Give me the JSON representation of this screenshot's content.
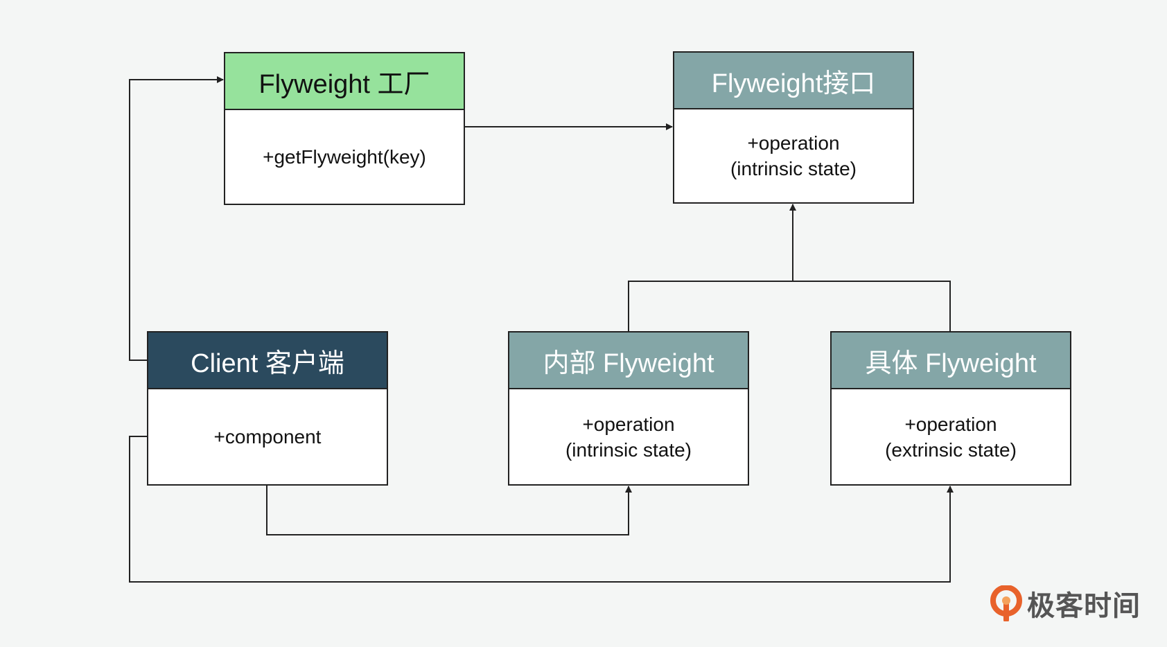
{
  "boxes": {
    "factory": {
      "title": "Flyweight 工厂",
      "lines": [
        "+getFlyweight(key)"
      ]
    },
    "interface": {
      "title": "Flyweight接口",
      "lines": [
        "+operation",
        "(intrinsic state)"
      ]
    },
    "client": {
      "title": "Client 客户端",
      "lines": [
        "+component"
      ]
    },
    "internal": {
      "title": "内部 Flyweight",
      "lines": [
        "+operation",
        "(intrinsic state)"
      ]
    },
    "concrete": {
      "title": "具体 Flyweight",
      "lines": [
        "+operation",
        "(extrinsic state)"
      ]
    }
  },
  "colors": {
    "factory_header": "#96e29c",
    "interface_header": "#84a6a7",
    "client_header": "#2b4a5e",
    "flyweight_header": "#84a6a7",
    "line": "#222222",
    "logo_orange": "#e8622b"
  },
  "logo": {
    "icon": "geektime-logo-icon",
    "text": "极客时间"
  }
}
